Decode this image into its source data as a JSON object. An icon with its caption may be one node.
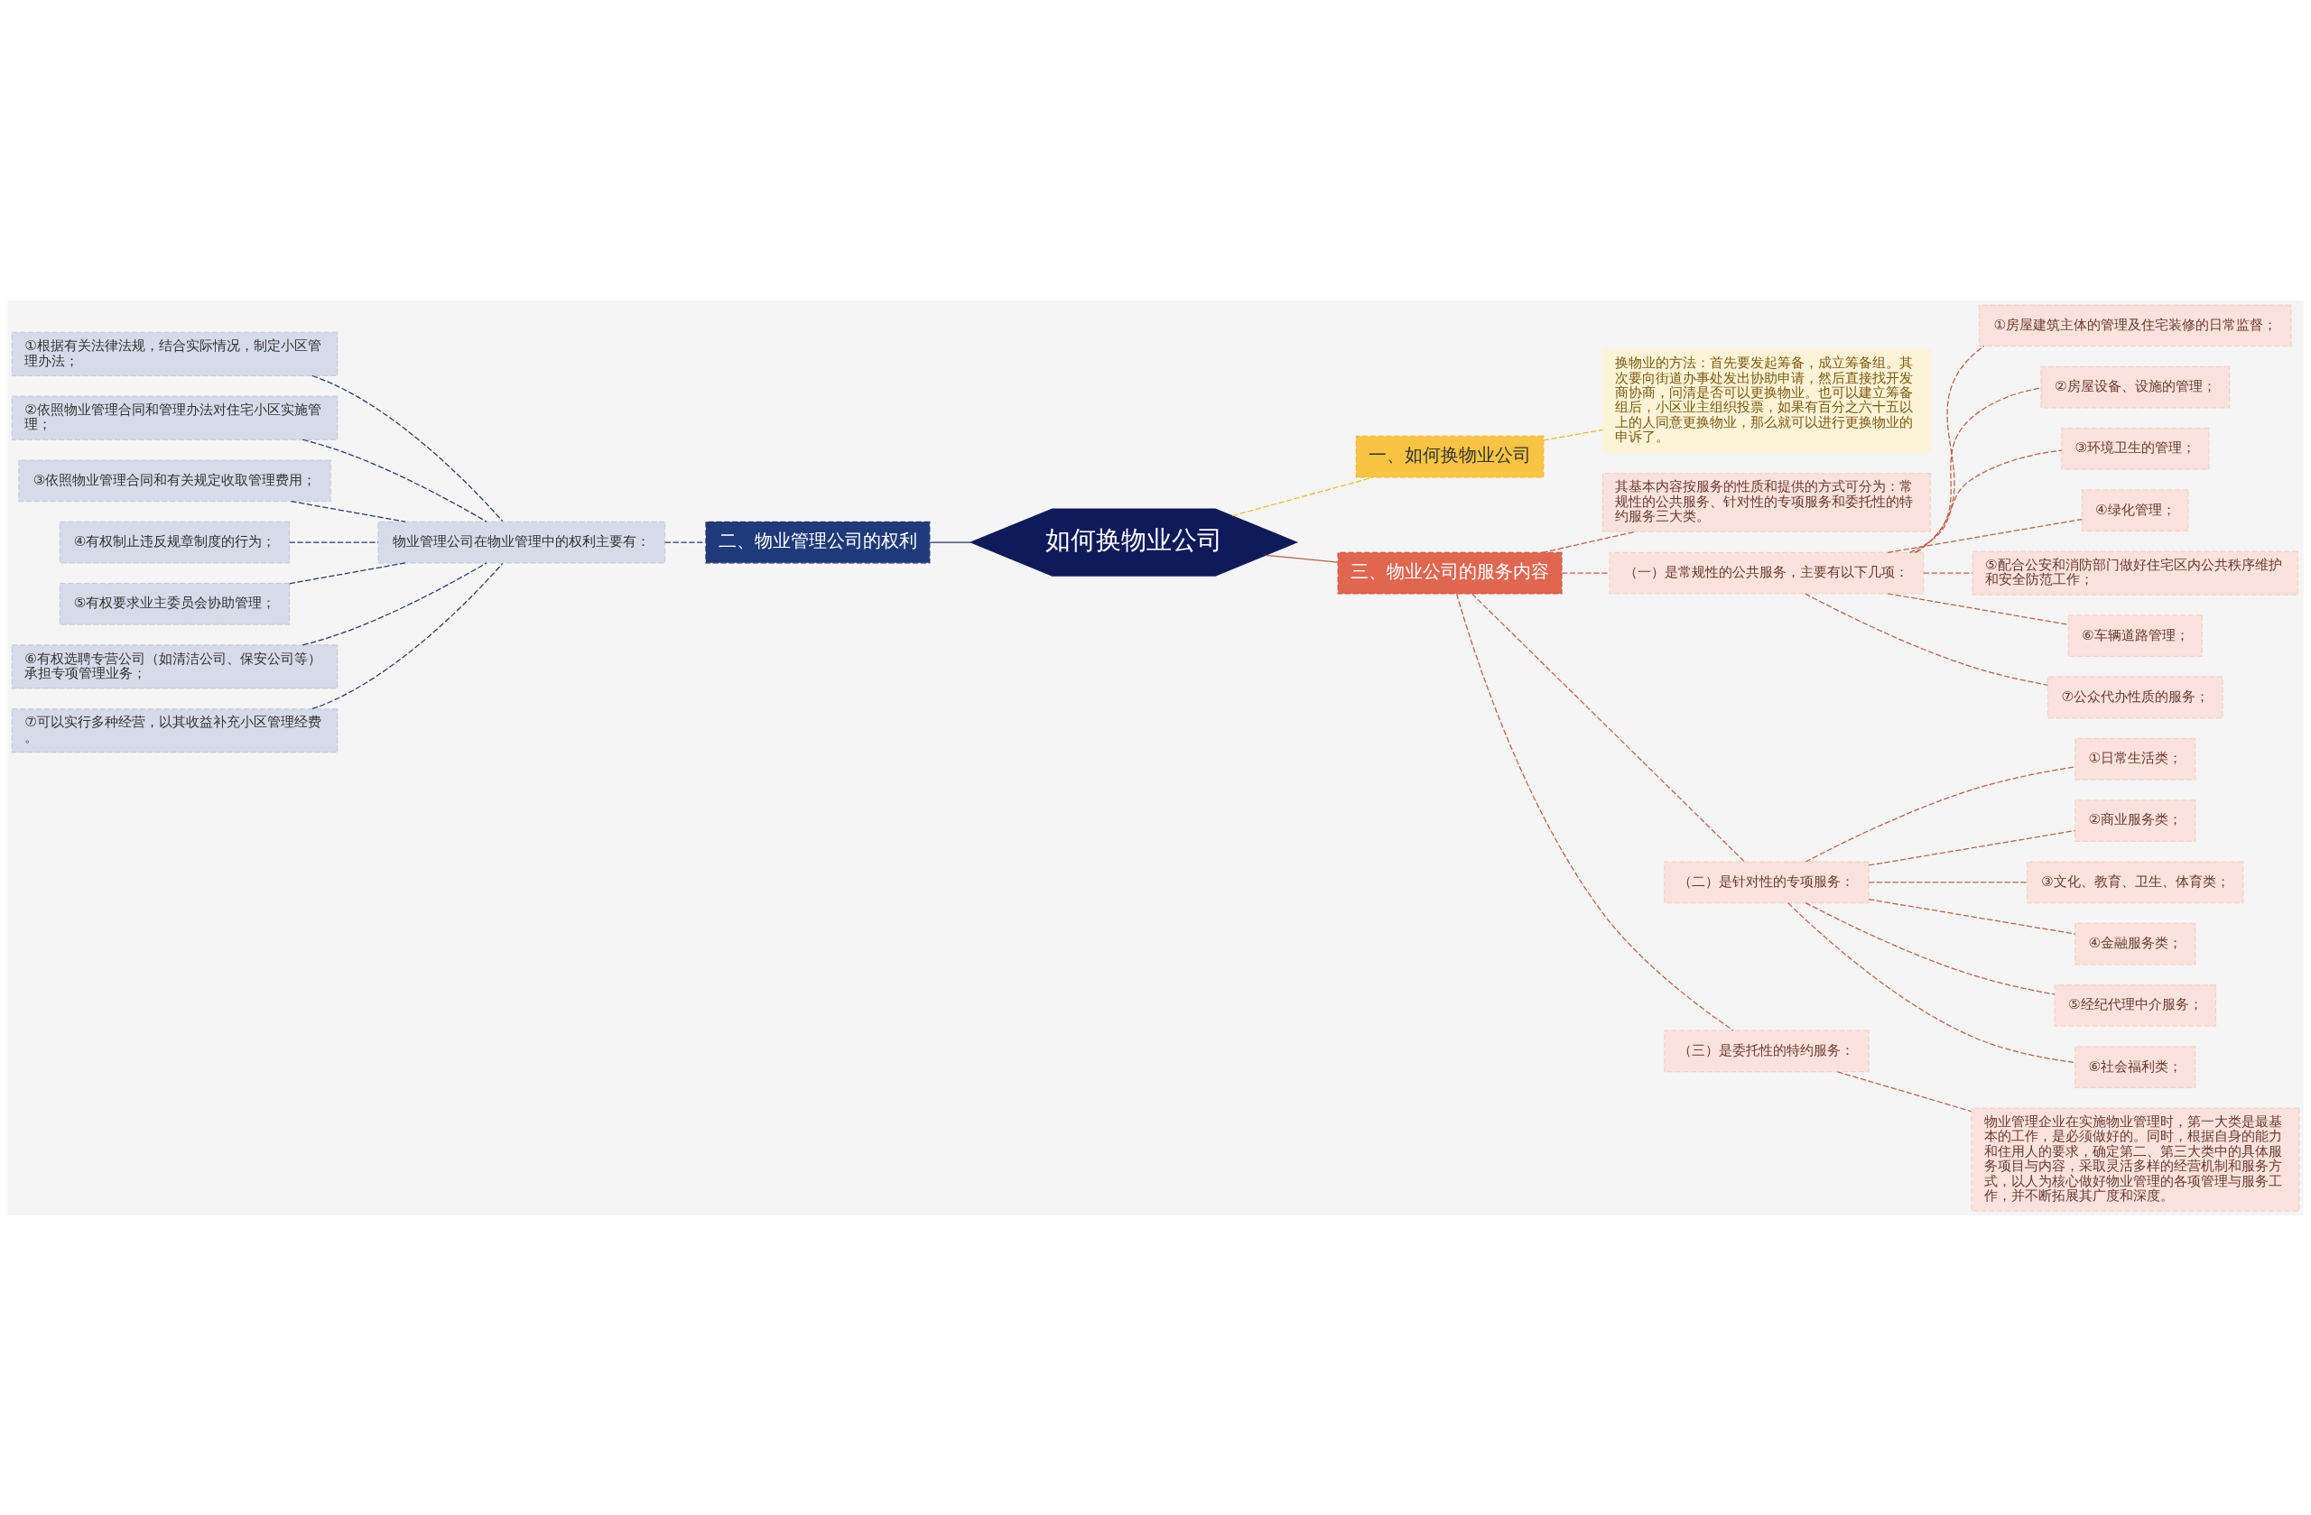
{
  "diagram": {
    "nodes": [
      {
        "text": [
          "如何换物业公司"
        ]
      },
      {
        "text": [
          "一、如何换物业公司"
        ]
      },
      {
        "text": [
          "换物业的方法：首先要发起筹备，成立筹备组。其次要向街道办事处发出协助申请，然后直接找开发商协商，问清是否可以更换物业。也可以建立筹备组后，小区业主组织投票，如果有百分之六十五以上的人同意更换物业，那么就可以进行更换物业的申诉了。"
        ]
      },
      {
        "text": [
          "二、物业管理公司的权利"
        ]
      },
      {
        "text": [
          "物业管理公司在物业管理中的权利主要有："
        ]
      },
      {
        "text": [
          "①根据有关法律法规，结合实际情况，制定小区管理办法；"
        ]
      },
      {
        "text": [
          "②依照物业管理合同和管理办法对住宅小区实施管理；"
        ]
      },
      {
        "text": [
          "③依照物业管理合同和有关规定收取管理费用；"
        ]
      },
      {
        "text": [
          "④有权制止违反规章制度的行为；"
        ]
      },
      {
        "text": [
          "⑤有权要求业主委员会协助管理；"
        ]
      },
      {
        "text": [
          "⑥有权选聘专营公司（如清洁公司、保安公司等）承担专项管理业务；"
        ]
      },
      {
        "text": [
          "⑦可以实行多种经营，以其收益补充小区管理经费。"
        ]
      },
      {
        "text": [
          "三、物业公司的服务内容"
        ]
      },
      {
        "text": [
          "其基本内容按服务的性质和提供的方式可分为：常规性的公共服务、针对性的专项服务和委托性的特约服务三大类。"
        ]
      },
      {
        "text": [
          "（一）是常规性的公共服务，主要有以下几项："
        ]
      },
      {
        "text": [
          "①房屋建筑主体的管理及住宅装修的日常监督；"
        ]
      },
      {
        "text": [
          "②房屋设备、设施的管理；"
        ]
      },
      {
        "text": [
          "③环境卫生的管理；"
        ]
      },
      {
        "text": [
          "④绿化管理；"
        ]
      },
      {
        "text": [
          "⑤配合公安和消防部门做好住宅区内公共秩序维护和安全防范工作；"
        ]
      },
      {
        "text": [
          "⑥车辆道路管理；"
        ]
      },
      {
        "text": [
          "⑦公众代办性质的服务；"
        ]
      },
      {
        "text": [
          "（二）是针对性的专项服务："
        ]
      },
      {
        "text": [
          "①日常生活类；"
        ]
      },
      {
        "text": [
          "②商业服务类；"
        ]
      },
      {
        "text": [
          "③文化、教育、卫生、体育类；"
        ]
      },
      {
        "text": [
          "④金融服务类；"
        ]
      },
      {
        "text": [
          "⑤经纪代理中介服务；"
        ]
      },
      {
        "text": [
          "⑥社会福利类；"
        ]
      },
      {
        "text": [
          "（三）是委托性的特约服务："
        ]
      },
      {
        "text": [
          "物业管理企业在实施物业管理时，第一大类是最基本的工作，是必须做好的。同时，根据自身的能力和住用人的要求，确定第二、第三大类中的具体服务项目与内容，采取灵活多样的经营机制和服务方式，以人为核心做好物业管理的各项管理与服务工作，并不断拓展其广度和深度。"
        ]
      }
    ],
    "edges": [
      {
        "from": 0,
        "to": 1,
        "arrow": "none",
        "style": "dashed",
        "color": "#f2b93b"
      },
      {
        "from": 1,
        "to": 2,
        "arrow": "none",
        "style": "dashed",
        "color": "#f2b93b"
      },
      {
        "from": 0,
        "to": 3,
        "arrow": "none",
        "color": "#2a3a6e"
      },
      {
        "from": 3,
        "to": 4,
        "arrow": "none",
        "style": "dashed",
        "color": "#2a3a6e"
      },
      {
        "from": 4,
        "to": 5,
        "arrow": "none",
        "style": "dashed",
        "color": "#2a3a6e"
      },
      {
        "from": 4,
        "to": 6,
        "arrow": "none",
        "style": "dashed",
        "color": "#2a3a6e"
      },
      {
        "from": 4,
        "to": 7,
        "arrow": "none",
        "style": "dashed",
        "color": "#2a3a6e"
      },
      {
        "from": 4,
        "to": 8,
        "arrow": "none",
        "style": "dashed",
        "color": "#2a3a6e"
      },
      {
        "from": 4,
        "to": 9,
        "arrow": "none",
        "style": "dashed",
        "color": "#2a3a6e"
      },
      {
        "from": 4,
        "to": 10,
        "arrow": "none",
        "style": "dashed",
        "color": "#2a3a6e"
      },
      {
        "from": 4,
        "to": 11,
        "arrow": "none",
        "style": "dashed",
        "color": "#2a3a6e"
      },
      {
        "from": 0,
        "to": 12,
        "arrow": "none"
      },
      {
        "from": 12,
        "to": 13,
        "arrow": "none",
        "style": "dashed"
      },
      {
        "from": 12,
        "to": 14,
        "arrow": "none",
        "style": "dashed"
      },
      {
        "from": 14,
        "to": 15,
        "arrow": "none",
        "style": "dashed"
      },
      {
        "from": 14,
        "to": 16,
        "arrow": "none",
        "style": "dashed"
      },
      {
        "from": 14,
        "to": 17,
        "arrow": "none",
        "style": "dashed"
      },
      {
        "from": 14,
        "to": 18,
        "arrow": "none",
        "style": "dashed"
      },
      {
        "from": 14,
        "to": 19,
        "arrow": "none",
        "style": "dashed"
      },
      {
        "from": 14,
        "to": 20,
        "arrow": "none",
        "style": "dashed"
      },
      {
        "from": 14,
        "to": 21,
        "arrow": "none",
        "style": "dashed"
      },
      {
        "from": 12,
        "to": 22,
        "arrow": "none",
        "style": "dashed"
      },
      {
        "from": 22,
        "to": 23,
        "arrow": "none",
        "style": "dashed"
      },
      {
        "from": 22,
        "to": 24,
        "arrow": "none",
        "style": "dashed"
      },
      {
        "from": 22,
        "to": 25,
        "arrow": "none",
        "style": "dashed"
      },
      {
        "from": 22,
        "to": 26,
        "arrow": "none",
        "style": "dashed"
      },
      {
        "from": 22,
        "to": 27,
        "arrow": "none",
        "style": "dashed"
      },
      {
        "from": 22,
        "to": 28,
        "arrow": "none",
        "style": "dashed"
      },
      {
        "from": 12,
        "to": 29,
        "arrow": "none",
        "style": "dashed"
      },
      {
        "from": 29,
        "to": 30,
        "arrow": "none",
        "style": "dashed"
      }
    ]
  }
}
